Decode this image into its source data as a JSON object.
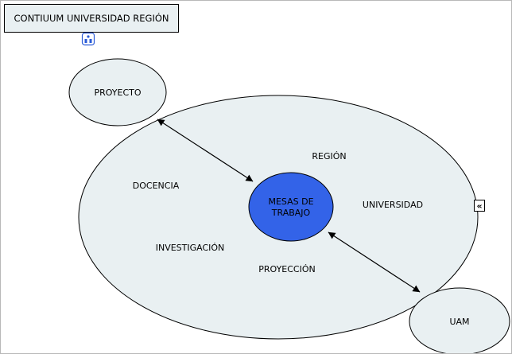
{
  "title_box": {
    "label": "CONTIUUM UNIVERSIDAD REGIÓN"
  },
  "nodes": {
    "proyecto": "PROYECTO",
    "uam": "UAM",
    "mesas": {
      "line1": "MESAS DE",
      "line2": "TRABAJO"
    }
  },
  "labels": {
    "region": "REGIÓN",
    "docencia": "DOCENCIA",
    "universidad": "UNIVERSIDAD",
    "investigacion": "INVESTIGACIÓN",
    "proyeccion": "PROYECCIÓN"
  },
  "icons": {
    "collapse_glyph": "«"
  },
  "colors": {
    "node_fill": "#e9f0f2",
    "node_stroke": "#000000",
    "center_fill": "#3363e8",
    "icon_accent": "#2a5bd7",
    "background": "#ffffff"
  }
}
